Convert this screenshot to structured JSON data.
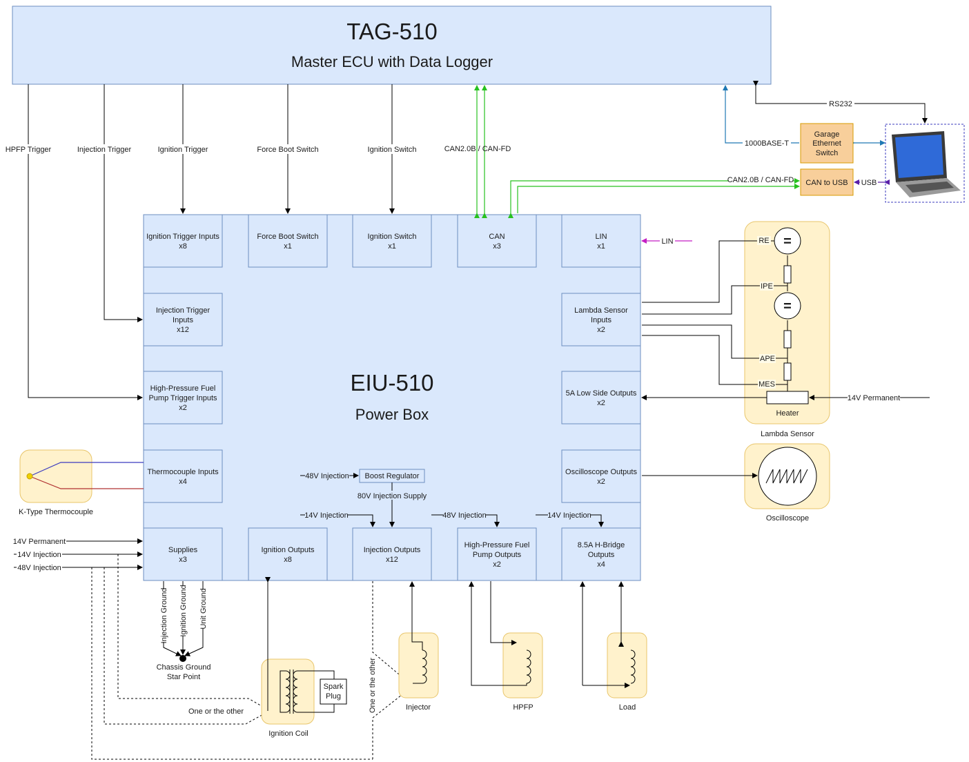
{
  "master": {
    "title": "TAG-510",
    "subtitle": "Master ECU with Data Logger"
  },
  "power_box": {
    "title": "EIU-510",
    "subtitle": "Power Box"
  },
  "modules": {
    "ign_trig": [
      "Ignition Trigger Inputs",
      "x8"
    ],
    "force_boot": [
      "Force Boot Switch",
      "x1"
    ],
    "ign_switch": [
      "Ignition Switch",
      "x1"
    ],
    "can": [
      "CAN",
      "x3"
    ],
    "lin": [
      "LIN",
      "x1"
    ],
    "inj_trig": [
      "Injection Trigger",
      "Inputs",
      "x12"
    ],
    "lambda": [
      "Lambda Sensor",
      "Inputs",
      "x2"
    ],
    "hpfp_trig": [
      "High-Pressure Fuel",
      "Pump Trigger Inputs",
      "x2"
    ],
    "low_side": [
      "5A Low Side Outputs",
      "x2"
    ],
    "thermo": [
      "Thermocouple Inputs",
      "x4"
    ],
    "scope_out": [
      "Oscilloscope Outputs",
      "x2"
    ],
    "supplies": [
      "Supplies",
      "x3"
    ],
    "ign_out": [
      "Ignition Outputs",
      "x8"
    ],
    "inj_out": [
      "Injection Outputs",
      "x12"
    ],
    "hpfp_out": [
      "High-Pressure Fuel",
      "Pump Outputs",
      "x2"
    ],
    "hbridge": [
      "8.5A H-Bridge",
      "Outputs",
      "x4"
    ]
  },
  "boost_regulator": "Boost Regulator",
  "switch_box": [
    "Garage",
    "Ethernet",
    "Switch"
  ],
  "can_usb": "CAN to USB",
  "labels": {
    "hpfp_trigger": "HPFP Trigger",
    "injection_trigger": "Injection Trigger",
    "ignition_trigger": "Ignition Trigger",
    "force_boot_switch": "Force Boot Switch",
    "ignition_switch": "Ignition Switch",
    "can_bus": "CAN2.0B / CAN-FD",
    "can_bus_usb": "CAN2.0B / CAN-FD",
    "rs232": "RS232",
    "ethernet": "1000BASE-T",
    "usb": "USB",
    "lin": "LIN",
    "re": "RE",
    "ipe": "IPE",
    "ape": "APE",
    "mes": "MES",
    "heater": "Heater",
    "lambda_sensor": "Lambda Sensor",
    "perm_14v_right": "14V Permanent",
    "oscilloscope": "Oscilloscope",
    "k_type": "K-Type Thermocouple",
    "inj_48v_boost": "48V Injection",
    "supply_80v": "80V Injection Supply",
    "inj_14v_mid": "14V Injection",
    "inj_48v_hpfp": "48V Injection",
    "inj_14v_hb": "14V Injection",
    "perm_14v_left": "14V Permanent",
    "inj_14v_left": "14V Injection",
    "inj_48v_left": "48V Injection",
    "injection_ground": "Injection Ground",
    "ignition_ground": "Ignition Ground",
    "unit_ground": "Unit Ground",
    "chassis_ground": [
      "Chassis Ground",
      "Star Point"
    ],
    "one_or_other_h": "One or the other",
    "one_or_other_v": "One or the other",
    "spark_plug": [
      "Spark",
      "Plug"
    ],
    "ignition_coil": "Ignition Coil",
    "injector": "Injector",
    "hpfp": "HPFP",
    "load": "Load"
  },
  "colors": {
    "block_fill": "#dae8fc",
    "block_stroke": "#6c8ebf",
    "orange": "#f8cf9b",
    "yellow": "#fff2cc",
    "can_green": "#27c11e",
    "eth_blue": "#1f78b4",
    "usb_purple": "#5a1fa8",
    "lin_magenta": "#c41fc4"
  },
  "icons": [
    "laptop-icon",
    "oscilloscope-sawtooth-icon",
    "coil-inductor-icon",
    "transformer-icon",
    "thermocouple-icon",
    "ground-star-point-icon"
  ]
}
